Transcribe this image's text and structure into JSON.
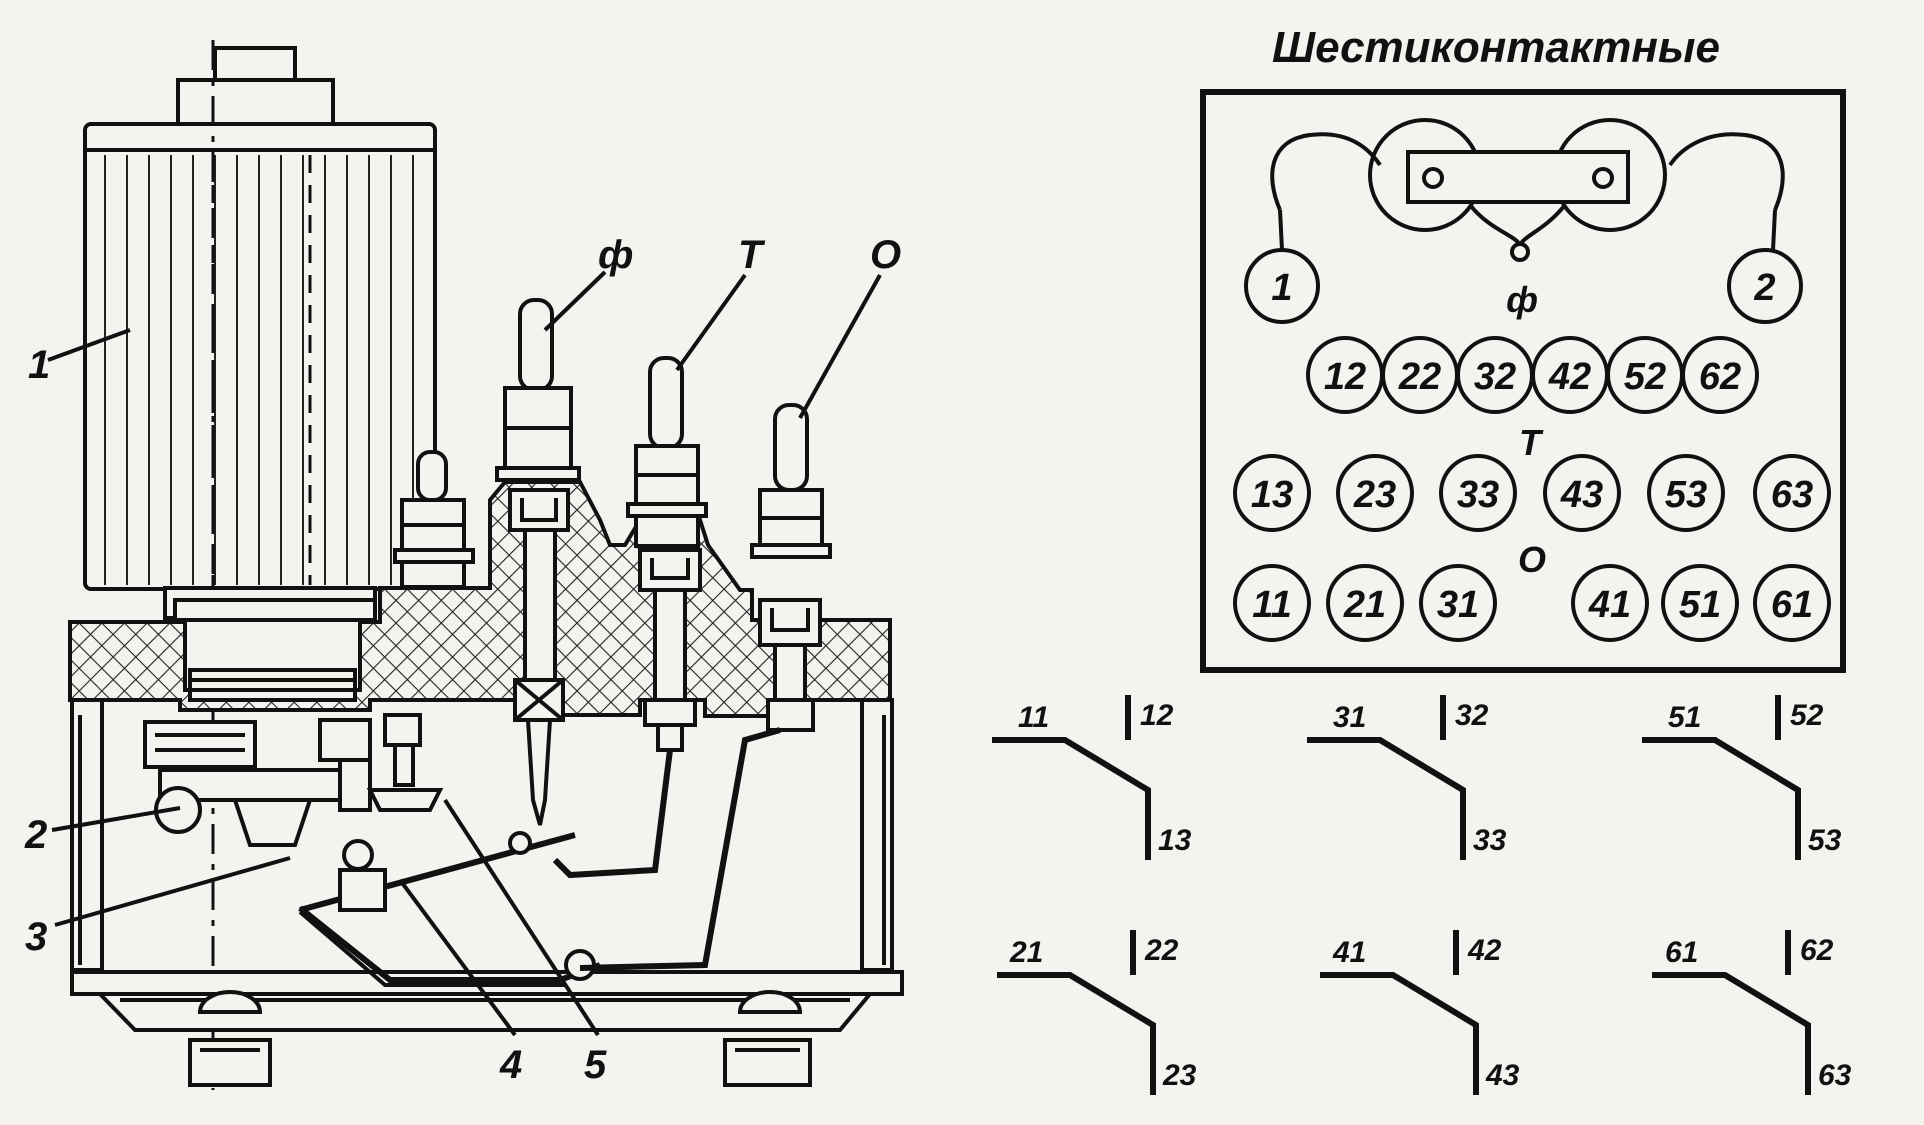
{
  "title": "Шестиконтактные",
  "part_labels": [
    "1",
    "2",
    "3",
    "4",
    "5"
  ],
  "terminal_labels": {
    "f": "ф",
    "t": "Т",
    "o": "О"
  },
  "panel": {
    "top_circles": [
      "1",
      "2"
    ],
    "f_label": "ф",
    "row_t": [
      "12",
      "22",
      "32",
      "42",
      "52",
      "62"
    ],
    "t_label": "Т",
    "row_mid": [
      "13",
      "23",
      "33",
      "43",
      "53",
      "63"
    ],
    "o_label": "О",
    "row_o": [
      "11",
      "21",
      "31",
      "41",
      "51",
      "61"
    ]
  },
  "schematics": [
    {
      "a": "11",
      "b": "12",
      "c": "13"
    },
    {
      "a": "31",
      "b": "32",
      "c": "33"
    },
    {
      "a": "51",
      "b": "52",
      "c": "53"
    },
    {
      "a": "21",
      "b": "22",
      "c": "23"
    },
    {
      "a": "41",
      "b": "42",
      "c": "43"
    },
    {
      "a": "61",
      "b": "62",
      "c": "63"
    }
  ]
}
